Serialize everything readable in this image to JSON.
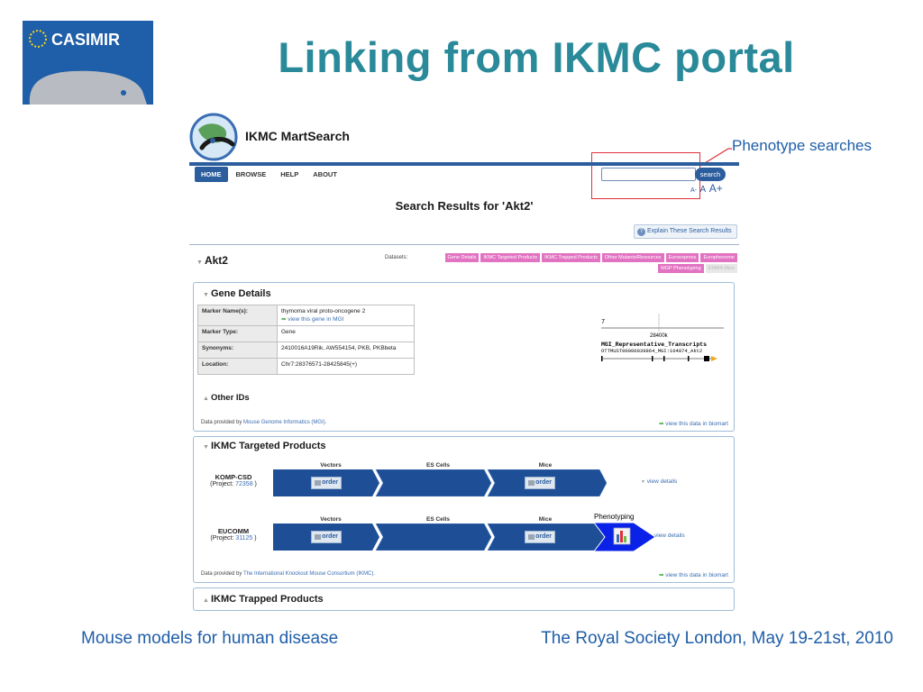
{
  "slide": {
    "title": "Linking from IKMC portal",
    "logo_text": "CASIMIR",
    "footer_left": "Mouse models for human disease",
    "footer_right": "The Royal Society London, May 19-21st, 2010",
    "callout": "Phenotype searches",
    "callout_color": "#e0303a",
    "accent_color": "#2a8a9a"
  },
  "portal": {
    "name": "IKMC MartSearch",
    "nav": [
      "HOME",
      "BROWSE",
      "HELP",
      "ABOUT"
    ],
    "search_button": "search",
    "font_size_controls": [
      "A-",
      "A",
      "A+"
    ],
    "results_title": "Search Results for 'Akt2'",
    "explain_button": "Explain These Search Results",
    "primary_color": "#2c5e9e",
    "dataset_color": "#e272c2"
  },
  "gene": {
    "symbol": "Akt2",
    "datasets_label": "Datasets:",
    "datasets": [
      "Gene Details",
      "IKMC Targeted Products",
      "IKMC Trapped Products",
      "Other Mutants/Resources",
      "Euroexpress",
      "Europhenome",
      "MGP Phenotyping",
      "EMMA Mice"
    ]
  },
  "gene_details": {
    "title": "Gene Details",
    "rows": [
      {
        "key": "Marker Name(s):",
        "value": "thymoma viral proto-oncogene 2"
      },
      {
        "key": "Marker Type:",
        "value": "Gene"
      },
      {
        "key": "Synonyms:",
        "value": "2410016A19Rik, AW554154, PKB, PKBbeta"
      },
      {
        "key": "Location:",
        "value": "Chr7:28376571-28425845(+)"
      }
    ],
    "mgi_link": "view this gene in MGI",
    "genome": {
      "chrom": "7",
      "coord": "28400k",
      "track": "MGI_Representative_Transcripts",
      "transcript": "OTTMUST00000039864_MGI:104874_Akt2"
    },
    "other_ids": "Other IDs",
    "footer_prefix": "Data provided by",
    "footer_link": "Mouse Genome Informatics (MGI).",
    "biomart": "view this data in biomart"
  },
  "targeted": {
    "title": "IKMC Targeted Products",
    "stages": [
      "Vectors",
      "ES Cells",
      "Mice"
    ],
    "order": "order",
    "view_details": "view details",
    "phenotyping_label": "Phenotyping",
    "projects": [
      {
        "name": "KOMP-CSD",
        "project_label": "(Project:",
        "project_id": "72358",
        "close": ")"
      },
      {
        "name": "EUCOMM",
        "project_label": "(Project:",
        "project_id": "31125",
        "close": ")"
      }
    ],
    "footer_prefix": "Data provided by",
    "footer_link": "The International Knockout Mouse Consortium (IKMC).",
    "biomart": "view this data in biomart"
  },
  "trapped": {
    "title": "IKMC Trapped Products"
  }
}
